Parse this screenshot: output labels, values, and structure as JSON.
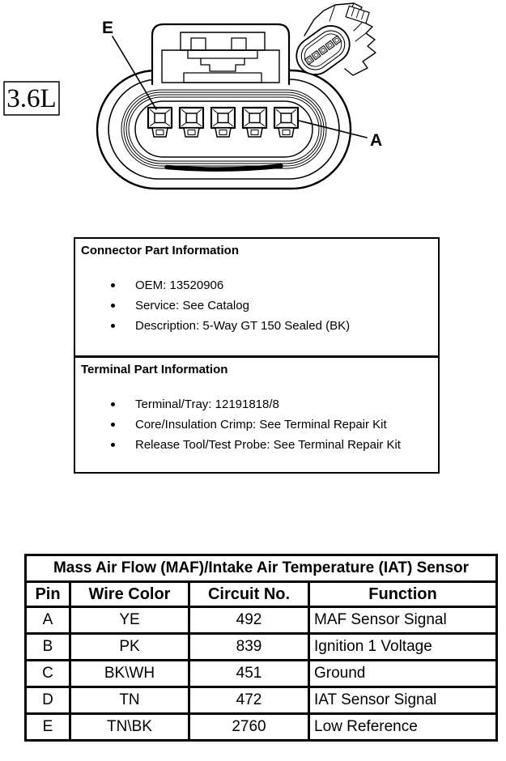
{
  "figure": {
    "engine_label": "3.6L",
    "pin_label_first": "E",
    "pin_label_last": "A"
  },
  "connector_info": {
    "title": "Connector Part Information",
    "items": [
      "OEM: 13520906",
      "Service: See Catalog",
      "Description: 5-Way GT 150 Sealed (BK)"
    ]
  },
  "terminal_info": {
    "title": "Terminal Part Information",
    "items": [
      "Terminal/Tray: 12191818/8",
      "Core/Insulation Crimp: See Terminal Repair Kit",
      "Release Tool/Test Probe: See Terminal Repair Kit"
    ]
  },
  "pinout_table": {
    "title": "Mass Air Flow (MAF)/Intake Air Temperature (IAT) Sensor",
    "columns": [
      "Pin",
      "Wire Color",
      "Circuit No.",
      "Function"
    ],
    "rows": [
      {
        "pin": "A",
        "wire_color": "YE",
        "circuit": "492",
        "function": "MAF Sensor Signal"
      },
      {
        "pin": "B",
        "wire_color": "PK",
        "circuit": "839",
        "function": "Ignition 1 Voltage"
      },
      {
        "pin": "C",
        "wire_color": "BK\\WH",
        "circuit": "451",
        "function": "Ground"
      },
      {
        "pin": "D",
        "wire_color": "TN",
        "circuit": "472",
        "function": "IAT Sensor Signal"
      },
      {
        "pin": "E",
        "wire_color": "TN\\BK",
        "circuit": "2760",
        "function": "Low Reference"
      }
    ]
  },
  "colors": {
    "ink": "#000000",
    "paper": "#ffffff"
  }
}
